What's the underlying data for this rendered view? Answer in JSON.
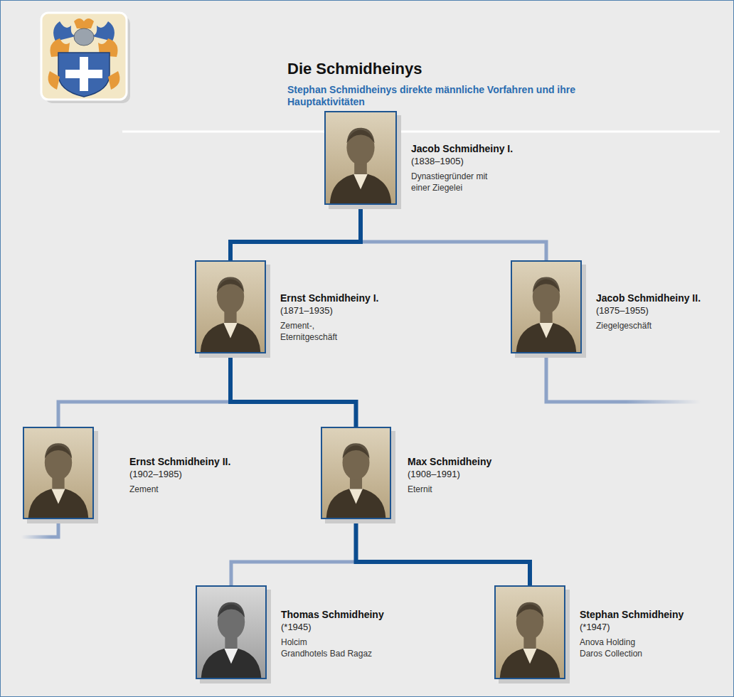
{
  "diagram": {
    "title": "Die Schmidheinys",
    "nodes": [
      {
        "text": [
          "Jacob Schmidheiny I.",
          "(1838–1905)",
          "Dynastiegründer mit einer Ziegelei"
        ]
      },
      {
        "text": [
          "Ernst Schmidheiny I.",
          "(1871–1935)",
          "Zement-, Eternitgeschäft"
        ]
      },
      {
        "text": [
          "Jacob Schmidheiny II.",
          "(1875–1955)",
          "Ziegelgeschäft"
        ]
      },
      {
        "text": [
          "Ernst Schmidheiny II.",
          "(1902–1985)",
          "Zement"
        ]
      },
      {
        "text": [
          "Max Schmidheiny",
          "(1908–1991)",
          "Eternit"
        ]
      },
      {
        "text": [
          "Thomas Schmidheiny",
          "(*1945)",
          "Holcim",
          "Grandhotels Bad Ragaz"
        ]
      },
      {
        "text": [
          "Stephan Schmidheiny",
          "(*1947)",
          "Anova Holding",
          "Daros Collection"
        ]
      }
    ],
    "edges": [
      {
        "from": 0,
        "to": 1,
        "arrow": "none"
      },
      {
        "from": 0,
        "to": 2,
        "arrow": "none"
      },
      {
        "from": 1,
        "to": 3,
        "arrow": "none"
      },
      {
        "from": 1,
        "to": 4,
        "arrow": "none"
      },
      {
        "from": 4,
        "to": 5,
        "arrow": "none"
      },
      {
        "from": 4,
        "to": 6,
        "arrow": "none"
      }
    ],
    "labels": [
      "Stephan Schmidheinys direkte männliche Vorfahren und ihre Hauptaktivitäten"
    ]
  }
}
